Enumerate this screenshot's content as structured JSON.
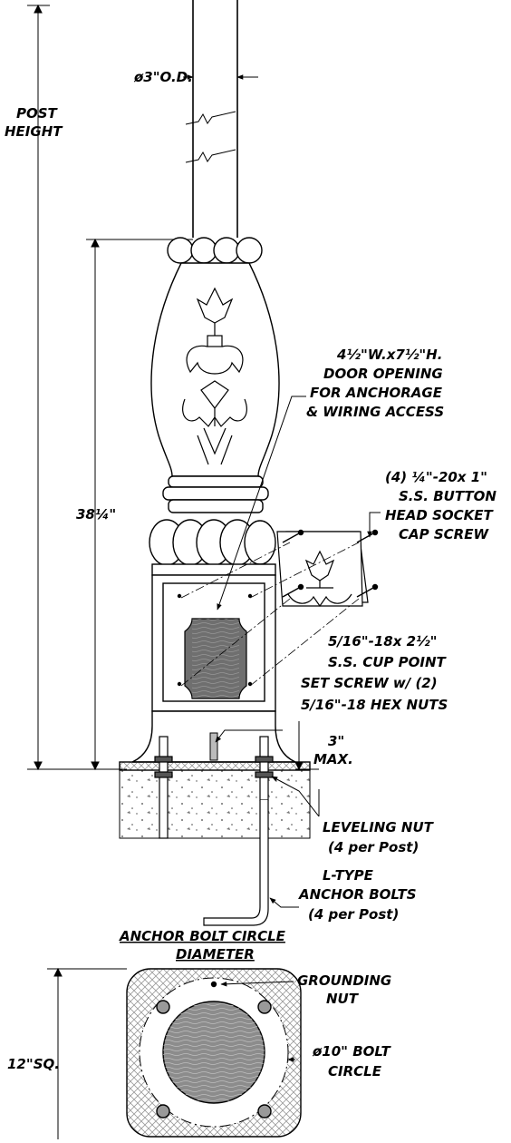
{
  "labels": {
    "od": "ø3\"O.D.",
    "post_height_1": "POST",
    "post_height_2": "HEIGHT",
    "dim_38": "38¼\"",
    "door_1": "4½\"W.x7½\"H.",
    "door_2": "DOOR OPENING",
    "door_3": "FOR ANCHORAGE",
    "door_4": "& WIRING ACCESS",
    "cap_1": "(4) ¼\"-20x 1\"",
    "cap_2": "S.S. BUTTON",
    "cap_3": "HEAD SOCKET",
    "cap_4": "CAP SCREW",
    "set_1": "5/16\"-18x 2½\"",
    "set_2": "S.S. CUP POINT",
    "set_3": "SET SCREW w/ (2)",
    "set_4": "5/16\"-18 HEX NUTS",
    "max_1": "3\"",
    "max_2": "MAX.",
    "level_1": "LEVELING NUT",
    "level_2": "(4 per Post)",
    "anchor_1": "L-TYPE",
    "anchor_2": "ANCHOR BOLTS",
    "anchor_3": "(4 per Post)",
    "abc_1": "ANCHOR BOLT CIRCLE",
    "abc_2": "DIAMETER",
    "ground_1": "GROUNDING",
    "ground_2": "NUT",
    "sq": "12\"SQ.",
    "bolt_1": "ø10\" BOLT",
    "bolt_2": "CIRCLE"
  },
  "colors": {
    "line": "#000000",
    "door_fill": "#6f6f6f",
    "hatch": "#9a9a9a"
  }
}
